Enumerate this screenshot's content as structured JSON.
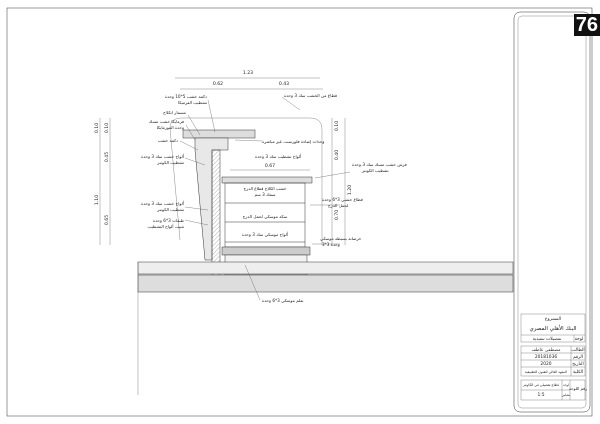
{
  "sheet_number": "76",
  "dimensions": {
    "top_total": "1.23",
    "top_left": "0.62",
    "top_right": "0.43",
    "inner_width": "0.67",
    "left_top": "0.10",
    "left_top2": "0.10",
    "left_mid": "0.45",
    "left_total": "1.10",
    "left_low": "0.65",
    "right_top": "0.10",
    "right_mid": "0.40",
    "right_total": "1.20",
    "right_low": "0.70"
  },
  "labels": {
    "l1a": "دكمة خشب 5*10 وحدة",
    "l1b": "تشطيب الفرميكا",
    "l2": "مسمار اتكلاج",
    "l3a": "فرمايكا خشب مسك",
    "l3b": "وحدة الفورمايكا",
    "l4": "دكمة خشب",
    "l5a": "ألواح خشب سك 3 وحدة",
    "l5b": "تشطيب الكونتر",
    "l6a": "ألواح خشب سك 3 وحدة",
    "l6b": "تشطيب الكونتر",
    "l7a": "طبقات 3*6 وحدة",
    "l7b": "تثبيت ألواح التشطيب",
    "r1": "قطاع من الخشب سك 3 وحدة",
    "r2": "وحدات إضاءة فلورسنت غير مباشرة",
    "r3": "ألواح تشطيب سك 3 وحدة",
    "r4a": "فرش خشب مسك سك 3 وحدة",
    "r4b": "تشطيب الكونتر",
    "r5a": "قطاع خشبي 3*6 وحدة",
    "r5b": "لحمل الدرج",
    "r6a": "خرصانة بسيطة موسكي",
    "r6b": "3*3 وحدة",
    "c1a": "خشب الكلاج قطاع الدرج",
    "c1b": "سمك 3 سم",
    "c2": "سكة موسكي لحمل الدرج",
    "c3": "ألواح موسكي سك 3 وحدة",
    "bottom": "نعلم موسكي 3*6 وحدة"
  },
  "title_block": {
    "project_label": "المشروع",
    "project_name": "البنك الأهلي المصري",
    "drawing_type_label": "لوحة",
    "drawing_type": "تفصيلات تنفيذية",
    "student_label": "الطالب",
    "student": "مصطفى عاطف",
    "id_label": "الرقم",
    "id": "20181036",
    "date_label": "التاريخ",
    "date": "2020",
    "college_label": "الكلية",
    "college": "المعهد العالي للفنون التطبيقية",
    "sheet_title_label": "لوحة",
    "sheet_no_label": "رقم اللوحة",
    "scale_label": "مقياس",
    "sheet_title": "قطاع تفصيلي في الكاونتر",
    "sheet_scale": "1:5"
  }
}
